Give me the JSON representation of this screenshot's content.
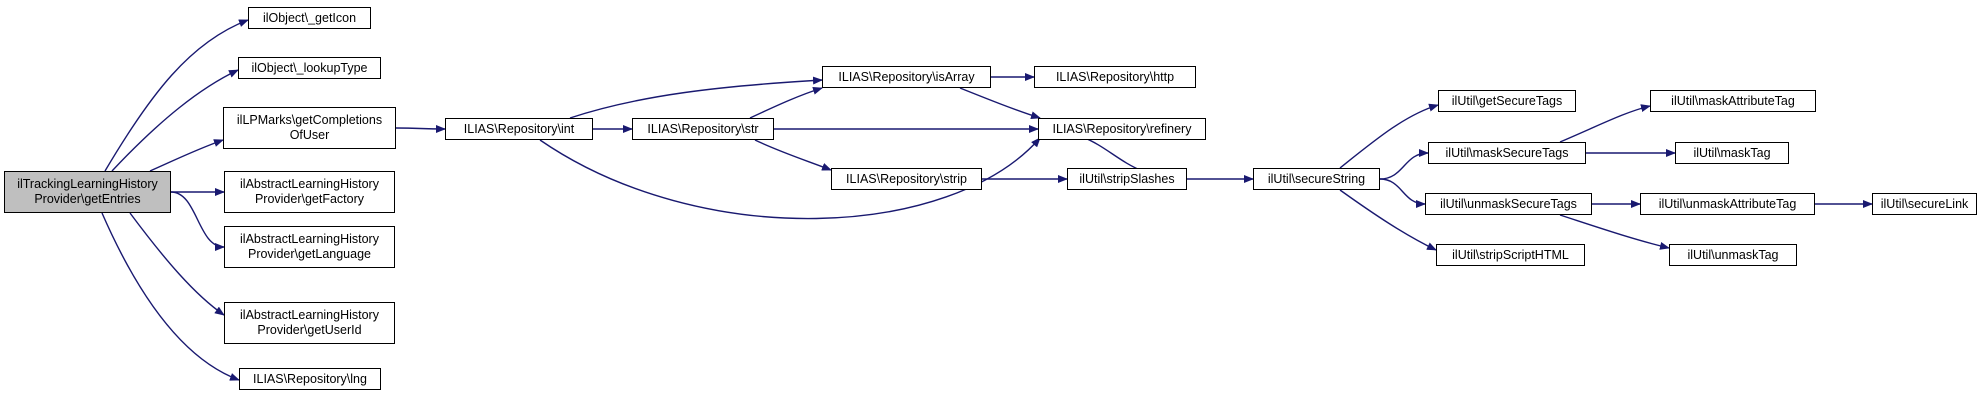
{
  "colors": {
    "edge": "#191970",
    "root_fill": "#bfbfbf",
    "node_fill": "#ffffff",
    "node_border": "#000000"
  },
  "nodes": [
    {
      "id": "root",
      "label": "ilTrackingLearningHistory\nProvider\\getEntries",
      "root": true
    },
    {
      "id": "getIcon",
      "label": "ilObject\\_getIcon"
    },
    {
      "id": "lookupType",
      "label": "ilObject\\_lookupType"
    },
    {
      "id": "lpmarks",
      "label": "ilLPMarks\\getCompletions\nOfUser"
    },
    {
      "id": "getFactory",
      "label": "ilAbstractLearningHistory\nProvider\\getFactory"
    },
    {
      "id": "getLanguage",
      "label": "ilAbstractLearningHistory\nProvider\\getLanguage"
    },
    {
      "id": "getUserId",
      "label": "ilAbstractLearningHistory\nProvider\\getUserId"
    },
    {
      "id": "lng",
      "label": "ILIAS\\Repository\\lng"
    },
    {
      "id": "int",
      "label": "ILIAS\\Repository\\int"
    },
    {
      "id": "str",
      "label": "ILIAS\\Repository\\str"
    },
    {
      "id": "isArray",
      "label": "ILIAS\\Repository\\isArray"
    },
    {
      "id": "strip",
      "label": "ILIAS\\Repository\\strip"
    },
    {
      "id": "http",
      "label": "ILIAS\\Repository\\http"
    },
    {
      "id": "refinery",
      "label": "ILIAS\\Repository\\refinery"
    },
    {
      "id": "stripSlashes",
      "label": "ilUtil\\stripSlashes"
    },
    {
      "id": "secureString",
      "label": "ilUtil\\secureString"
    },
    {
      "id": "getSecureTags",
      "label": "ilUtil\\getSecureTags"
    },
    {
      "id": "maskSecureTags",
      "label": "ilUtil\\maskSecureTags"
    },
    {
      "id": "unmaskSecureTags",
      "label": "ilUtil\\unmaskSecureTags"
    },
    {
      "id": "stripScriptHTML",
      "label": "ilUtil\\stripScriptHTML"
    },
    {
      "id": "maskAttributeTag",
      "label": "ilUtil\\maskAttributeTag"
    },
    {
      "id": "maskTag",
      "label": "ilUtil\\maskTag"
    },
    {
      "id": "unmaskAttributeTag",
      "label": "ilUtil\\unmaskAttributeTag"
    },
    {
      "id": "unmaskTag",
      "label": "ilUtil\\unmaskTag"
    },
    {
      "id": "secureLink",
      "label": "ilUtil\\secureLink"
    }
  ],
  "edges": [
    [
      "root",
      "getIcon"
    ],
    [
      "root",
      "lookupType"
    ],
    [
      "root",
      "lpmarks"
    ],
    [
      "root",
      "getFactory"
    ],
    [
      "root",
      "getLanguage"
    ],
    [
      "root",
      "getUserId"
    ],
    [
      "root",
      "lng"
    ],
    [
      "lpmarks",
      "int"
    ],
    [
      "int",
      "isArray"
    ],
    [
      "int",
      "str"
    ],
    [
      "int",
      "refinery"
    ],
    [
      "str",
      "isArray"
    ],
    [
      "str",
      "refinery"
    ],
    [
      "str",
      "strip"
    ],
    [
      "isArray",
      "http"
    ],
    [
      "isArray",
      "refinery"
    ],
    [
      "strip",
      "stripSlashes"
    ],
    [
      "stripSlashes",
      "refinery"
    ],
    [
      "stripSlashes",
      "secureString"
    ],
    [
      "secureString",
      "getSecureTags"
    ],
    [
      "secureString",
      "maskSecureTags"
    ],
    [
      "secureString",
      "unmaskSecureTags"
    ],
    [
      "secureString",
      "stripScriptHTML"
    ],
    [
      "maskSecureTags",
      "maskAttributeTag"
    ],
    [
      "maskSecureTags",
      "maskTag"
    ],
    [
      "unmaskSecureTags",
      "unmaskAttributeTag"
    ],
    [
      "unmaskSecureTags",
      "unmaskTag"
    ],
    [
      "unmaskAttributeTag",
      "secureLink"
    ]
  ]
}
